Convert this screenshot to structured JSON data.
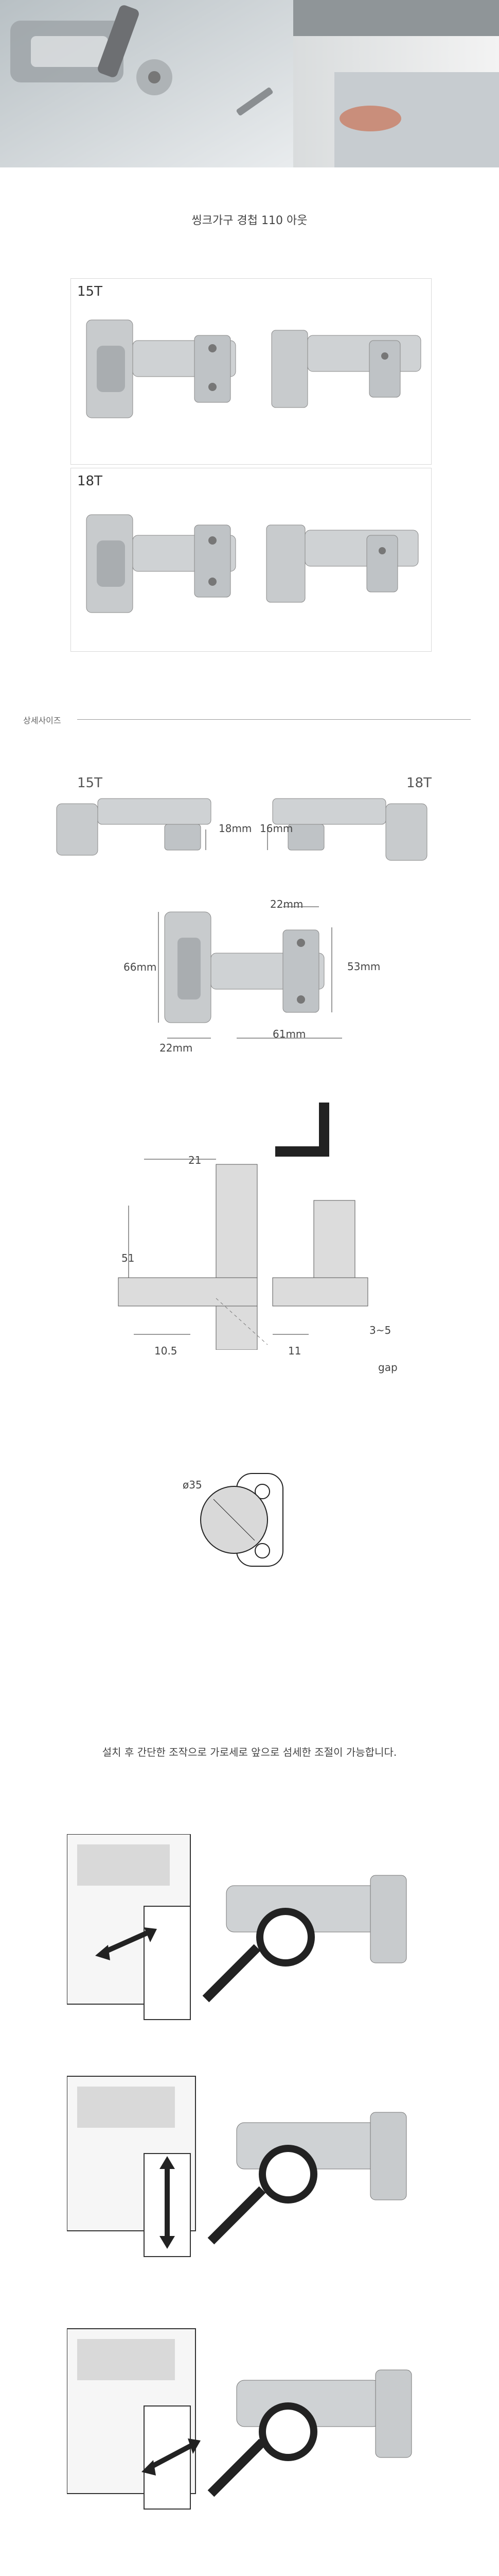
{
  "title": "씽크가구 경첩 110 아웃",
  "variants": [
    {
      "label": "15T"
    },
    {
      "label": "18T"
    }
  ],
  "detail": {
    "heading": "상세사이즈",
    "side_labels": {
      "left": "15T",
      "right": "18T"
    },
    "side_dims": {
      "left": "18mm",
      "right": "16mm"
    },
    "dims": {
      "top": "22mm",
      "left_h": "66mm",
      "right_h": "53mm",
      "bottom_left": "22mm",
      "bottom_right": "61mm"
    }
  },
  "install": {
    "d21": "21",
    "d51": "51",
    "d105": "10.5",
    "d11": "11",
    "d35": "3~5",
    "gap": "gap",
    "phi": "ø35"
  },
  "adjust_text": "설치 후 간단한 조작으로 가로세로 앞으로 섬세한 조절이 가능합니다.",
  "colors": {
    "accent": "#222222",
    "metal": "#b9bcbf",
    "wood": "#dcdcdc"
  }
}
